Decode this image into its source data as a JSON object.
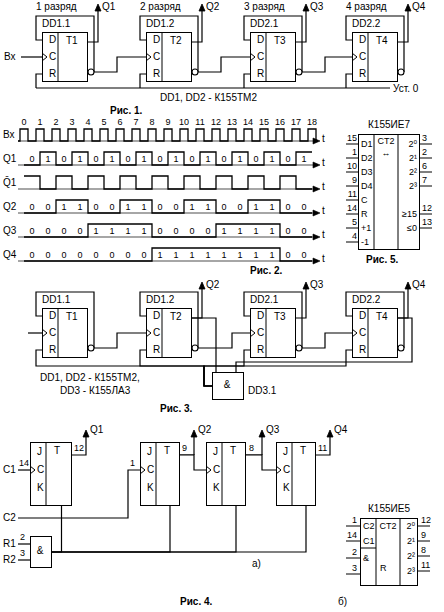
{
  "diagram": {
    "nodes": [
      {
        "text": [
          "DD1.1",
          "T1",
          "D",
          "C",
          "R"
        ]
      },
      {
        "text": [
          "DD1.2",
          "T2",
          "D",
          "C",
          "R"
        ]
      },
      {
        "text": [
          "DD2.1",
          "T3",
          "D",
          "C",
          "R"
        ]
      },
      {
        "text": [
          "DD2.2",
          "T4",
          "D",
          "C",
          "R"
        ]
      },
      {
        "text": [
          "К155ИЕ7",
          "D1",
          "D2",
          "D3",
          "D4",
          "C",
          "R",
          "+1",
          "-1",
          "CT2",
          "↔",
          "2⁰",
          "2¹",
          "2²",
          "2³",
          "≥15",
          "≤0"
        ]
      },
      {
        "text": [
          "DD1.1",
          "T1",
          "D",
          "C",
          "R"
        ]
      },
      {
        "text": [
          "DD1.2",
          "T2",
          "D",
          "C",
          "R"
        ]
      },
      {
        "text": [
          "DD2.1",
          "T3",
          "D",
          "C",
          "R"
        ]
      },
      {
        "text": [
          "DD2.2",
          "T4",
          "D",
          "C",
          "R"
        ]
      },
      {
        "text": [
          "&",
          "DD3.1"
        ]
      },
      {
        "text": [
          "T",
          "J",
          "C",
          "K"
        ]
      },
      {
        "text": [
          "T",
          "J",
          "C",
          "K"
        ]
      },
      {
        "text": [
          "T",
          "J",
          "C",
          "K"
        ]
      },
      {
        "text": [
          "T",
          "J",
          "C",
          "K"
        ]
      },
      {
        "text": [
          "&"
        ]
      },
      {
        "text": [
          "К155ИЕ5",
          "C2",
          "C1",
          "&",
          "R",
          "CT2",
          "2⁰",
          "2¹",
          "2²",
          "2³"
        ]
      }
    ],
    "edges": [
      {
        "from": 0,
        "to": 1,
        "arrow": "none"
      },
      {
        "from": 1,
        "to": 2,
        "arrow": "none"
      },
      {
        "from": 2,
        "to": 3,
        "arrow": "none"
      },
      {
        "from": 5,
        "to": 6,
        "arrow": "none"
      },
      {
        "from": 6,
        "to": 7,
        "arrow": "none"
      },
      {
        "from": 7,
        "to": 8,
        "arrow": "none"
      },
      {
        "from": 6,
        "to": 9,
        "arrow": "none"
      },
      {
        "from": 8,
        "to": 9,
        "arrow": "none"
      },
      {
        "from": 9,
        "to": 5,
        "arrow": "none"
      },
      {
        "from": 9,
        "to": 6,
        "arrow": "none"
      },
      {
        "from": 9,
        "to": 7,
        "arrow": "none"
      },
      {
        "from": 9,
        "to": 8,
        "arrow": "none"
      },
      {
        "from": 11,
        "to": 12,
        "arrow": "none"
      },
      {
        "from": 12,
        "to": 13,
        "arrow": "none"
      },
      {
        "from": 14,
        "to": 10,
        "arrow": "none"
      },
      {
        "from": 14,
        "to": 11,
        "arrow": "none"
      },
      {
        "from": 14,
        "to": 12,
        "arrow": "none"
      },
      {
        "from": 14,
        "to": 13,
        "arrow": "none"
      }
    ],
    "labels": [
      "1 разряд",
      "Q1",
      "2 разряд",
      "Q2",
      "3 разряд",
      "Q3",
      "4 разряд",
      "Q4",
      "Вх",
      "Уст. 0",
      "DD1, DD2 - К155ТМ2",
      "Рис. 1.",
      "Вх",
      "Q1",
      "Q̄1",
      "Q2",
      "Q3",
      "Q4",
      "t",
      "t",
      "t",
      "t",
      "t",
      "t",
      "0",
      "1",
      "2",
      "3",
      "4",
      "5",
      "6",
      "7",
      "8",
      "9",
      "10",
      "11",
      "12",
      "13",
      "14",
      "15",
      "16",
      "17",
      "18",
      "0",
      "1",
      "0",
      "1",
      "0",
      "1",
      "0",
      "1",
      "0",
      "1",
      "0",
      "1",
      "0",
      "1",
      "0",
      "1",
      "0",
      "1",
      "0",
      "0",
      "1",
      "1",
      "0",
      "0",
      "1",
      "1",
      "0",
      "0",
      "1",
      "1",
      "0",
      "0",
      "1",
      "1",
      "0",
      "0",
      "0",
      "0",
      "0",
      "0",
      "1",
      "1",
      "1",
      "1",
      "0",
      "0",
      "0",
      "0",
      "1",
      "1",
      "1",
      "1",
      "0",
      "0",
      "0",
      "0",
      "0",
      "0",
      "0",
      "0",
      "0",
      "0",
      "1",
      "1",
      "1",
      "1",
      "1",
      "1",
      "1",
      "1",
      "0",
      "0",
      "Рис. 2.",
      "15",
      "1",
      "10",
      "9",
      "11",
      "14",
      "5",
      "4",
      "3",
      "2",
      "6",
      "7",
      "12",
      "13",
      "Рис. 5.",
      "Q2",
      "Q3",
      "Q4",
      "DD1, DD2 - К155ТМ2,",
      "DD3 - К155ЛА3",
      "Рис. 3.",
      "Q1",
      "Q2",
      "Q3",
      "Q4",
      "C1",
      "14",
      "12",
      "1",
      "9",
      "8",
      "11",
      "C2",
      "R1",
      "2",
      "R2",
      "3",
      "а)",
      "Рис. 4.",
      "1",
      "14",
      "2",
      "3",
      "12",
      "9",
      "8",
      "11",
      "б)"
    ]
  }
}
